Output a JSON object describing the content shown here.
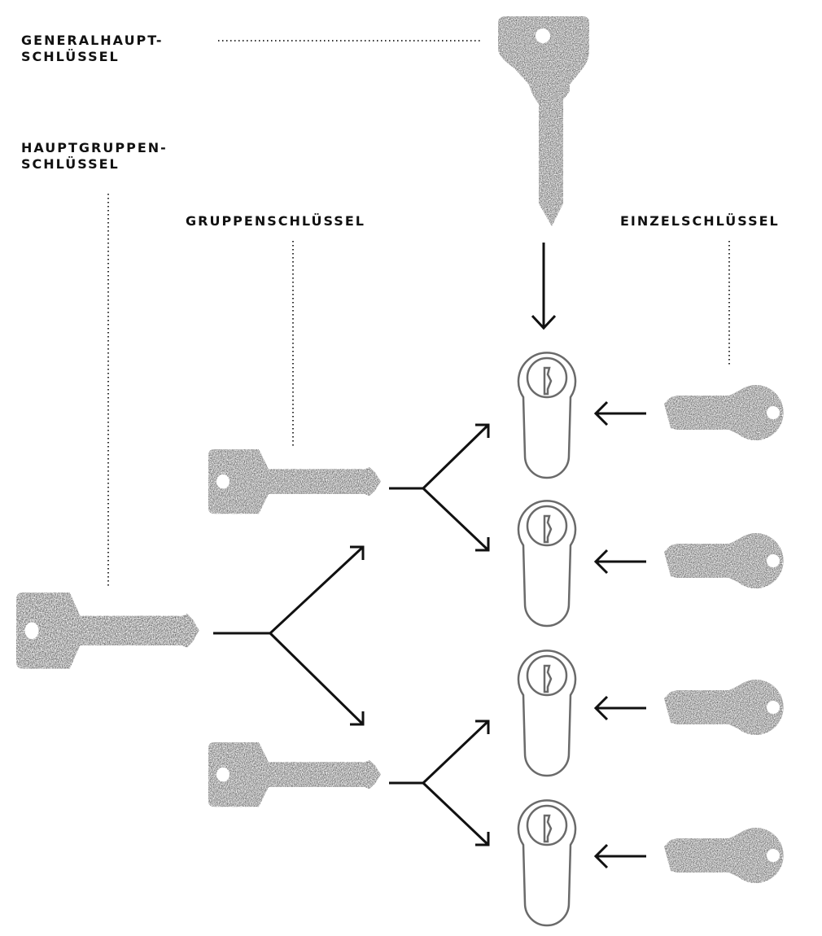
{
  "labels": {
    "general_master_line1": "GENERALHAUPT-",
    "general_master_line2": "SCHLÜSSEL",
    "main_group_line1": "HAUPTGRUPPEN-",
    "main_group_line2": "SCHLÜSSEL",
    "group": "GRUPPENSCHLÜSSEL",
    "single": "EINZELSCHLÜSSEL"
  },
  "colors": {
    "ink": "#111111",
    "key_fill": "#2b2b2b",
    "cylinder_stroke": "#6a6a6a",
    "background": "#ffffff"
  },
  "icons": {
    "key": "key-icon",
    "cylinder": "lock-cylinder-icon",
    "arrow": "arrow-icon"
  }
}
